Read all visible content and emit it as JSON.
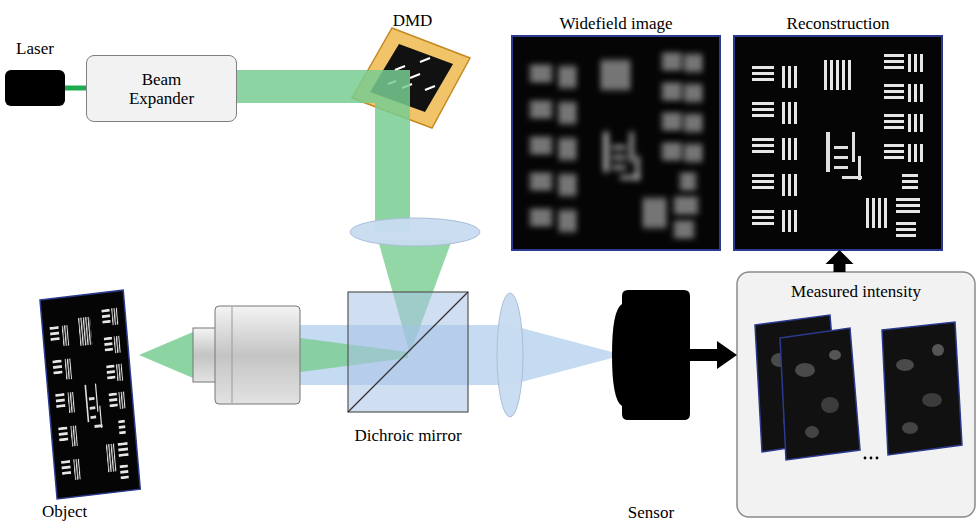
{
  "diagram": {
    "nodes": [
      {
        "text": [
          "Laser"
        ]
      },
      {
        "text": [
          "Beam Expander"
        ]
      },
      {
        "text": [
          "DMD"
        ]
      },
      {
        "text": [
          "Widefield image"
        ]
      },
      {
        "text": [
          "Reconstruction"
        ]
      },
      {
        "text": [
          "Object"
        ]
      },
      {
        "text": [
          "Dichroic mirror"
        ]
      },
      {
        "text": [
          "Sensor"
        ]
      },
      {
        "text": [
          "Measured intensity"
        ]
      }
    ],
    "edges": [
      {
        "from": 0,
        "to": 1,
        "arrow": "none"
      },
      {
        "from": 7,
        "to": 8,
        "arrow": "to"
      },
      {
        "from": 8,
        "to": 4,
        "arrow": "to"
      }
    ]
  }
}
